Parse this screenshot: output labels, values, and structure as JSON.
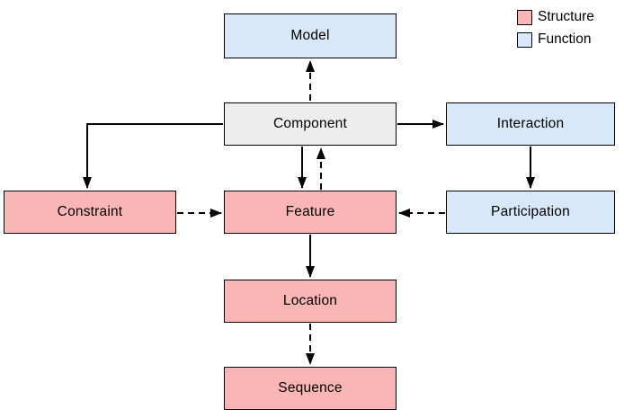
{
  "diagram": {
    "nodes": {
      "model": {
        "label": "Model",
        "type": "function"
      },
      "component": {
        "label": "Component",
        "type": "neutral"
      },
      "interaction": {
        "label": "Interaction",
        "type": "function"
      },
      "constraint": {
        "label": "Constraint",
        "type": "structure"
      },
      "feature": {
        "label": "Feature",
        "type": "structure"
      },
      "participation": {
        "label": "Participation",
        "type": "function"
      },
      "location": {
        "label": "Location",
        "type": "structure"
      },
      "sequence": {
        "label": "Sequence",
        "type": "structure"
      }
    },
    "edges": [
      {
        "from": "component",
        "to": "model",
        "style": "dashed"
      },
      {
        "from": "component",
        "to": "interaction",
        "style": "solid"
      },
      {
        "from": "component",
        "to": "constraint",
        "style": "solid"
      },
      {
        "from": "component",
        "to": "feature",
        "style": "solid"
      },
      {
        "from": "feature",
        "to": "component",
        "style": "dashed"
      },
      {
        "from": "constraint",
        "to": "feature",
        "style": "dashed"
      },
      {
        "from": "participation",
        "to": "feature",
        "style": "dashed"
      },
      {
        "from": "interaction",
        "to": "participation",
        "style": "solid"
      },
      {
        "from": "feature",
        "to": "location",
        "style": "solid"
      },
      {
        "from": "location",
        "to": "sequence",
        "style": "dashed"
      }
    ],
    "legend": [
      {
        "label": "Structure",
        "color": "#f9b6b4"
      },
      {
        "label": "Function",
        "color": "#d8e8f8"
      }
    ],
    "colors": {
      "structure_fill": "#f9b6b4",
      "function_fill": "#d8e8f8",
      "neutral_fill": "#ededed",
      "border": "#000000",
      "background": "#ffffff"
    }
  }
}
